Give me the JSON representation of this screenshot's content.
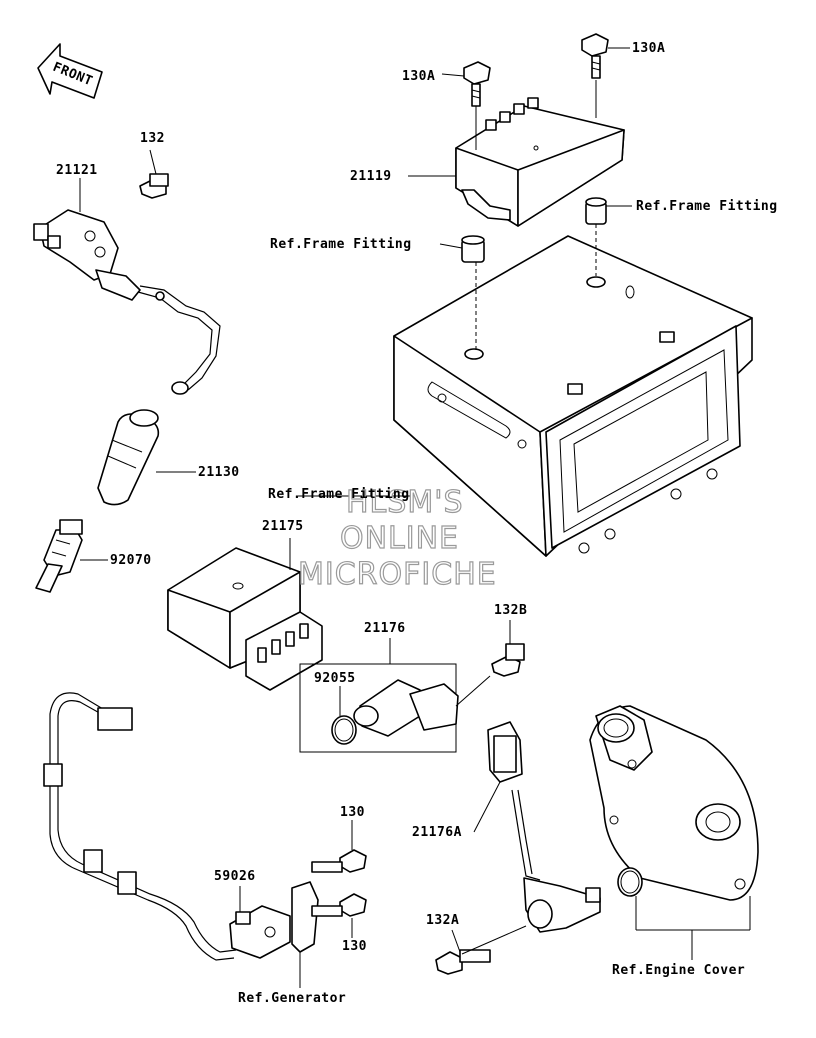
{
  "labels": {
    "front": "FRONT",
    "p130A_top": "130A",
    "p130A_left": "130A",
    "p132": "132",
    "p21121": "21121",
    "p21119": "21119",
    "ref_frame_right": "Ref.Frame Fitting",
    "ref_frame_left": "Ref.Frame Fitting",
    "p21130": "21130",
    "ref_frame_mid": "Ref.Frame Fitting",
    "p21175": "21175",
    "p92070": "92070",
    "p21176": "21176",
    "p132B": "132B",
    "p92055": "92055",
    "p21176A": "21176A",
    "p130_top": "130",
    "p59026": "59026",
    "p130_bottom": "130",
    "p132A": "132A",
    "ref_engine_cover": "Ref.Engine Cover",
    "ref_generator": "Ref.Generator"
  },
  "watermark": {
    "line1": "HLSM'S",
    "line2": "ONLINE",
    "line3": "MICROFICHE"
  }
}
